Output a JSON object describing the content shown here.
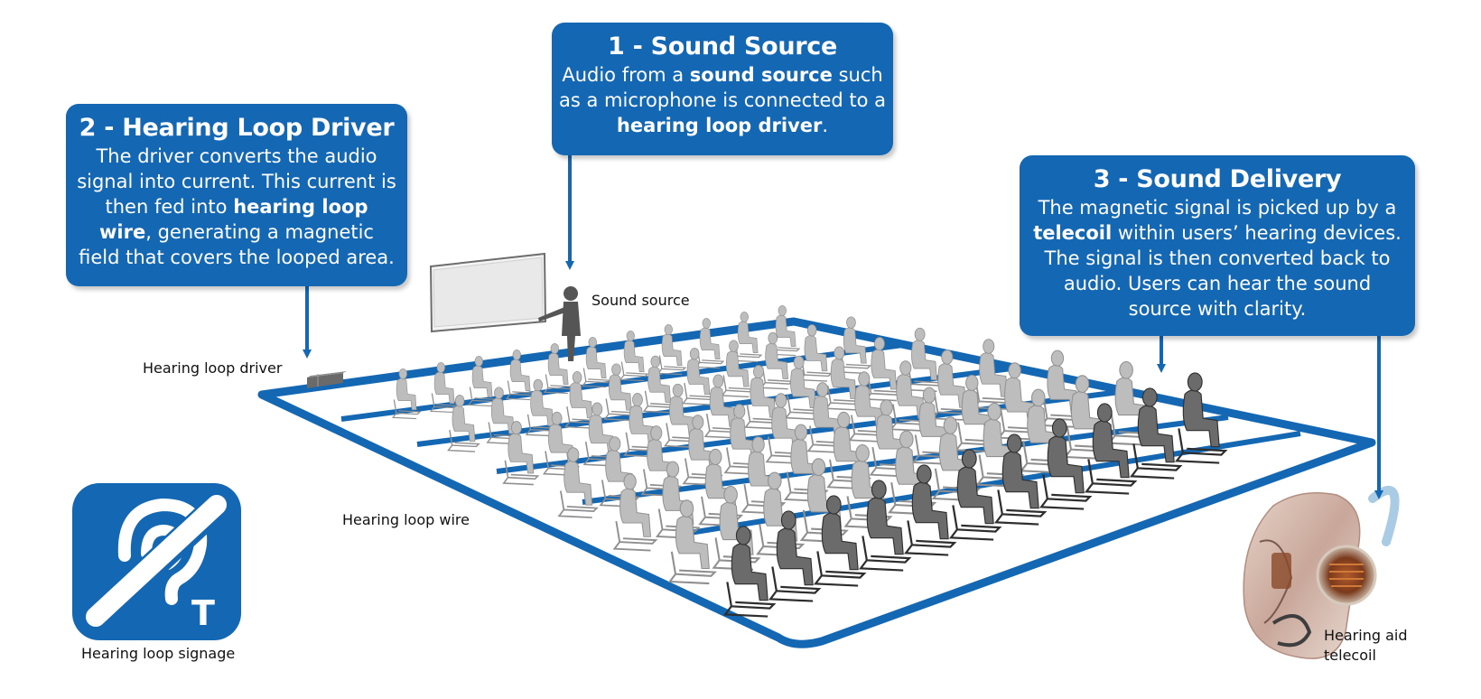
{
  "callouts": {
    "sound_source": {
      "title": "1 - Sound Source",
      "text_parts": [
        "Audio from a ",
        "sound source",
        " such as a microphone is connected to a ",
        "hearing loop driver",
        "."
      ]
    },
    "loop_driver": {
      "title": "2 - Hearing Loop Driver",
      "text_parts": [
        "The driver converts the audio signal into current. This current is then fed into ",
        "hearing loop wire",
        ", generating a magnetic field that covers the looped area."
      ]
    },
    "sound_delivery": {
      "title": "3 - Sound Delivery",
      "text_parts": [
        "The magnetic signal is picked up by a ",
        "telecoil",
        " within users’ hearing devices. The signal is then converted back to audio. Users can hear the sound source with clarity."
      ]
    }
  },
  "labels": {
    "sound_source": "Sound source",
    "loop_driver": "Hearing loop driver",
    "loop_wire": "Hearing loop wire",
    "signage": "Hearing loop signage",
    "telecoil_line1": "Hearing aid",
    "telecoil_line2": "telecoil"
  },
  "signage_letter": "T",
  "colors": {
    "brand_blue": "#1467b3",
    "seat_grey": "#bdbdbd",
    "front_seat_grey": "#6b6b6b"
  },
  "icons": [
    "hearing-loop-ear-icon",
    "hearing-aid-image",
    "presenter-figure",
    "projection-screen",
    "loop-driver-box"
  ]
}
